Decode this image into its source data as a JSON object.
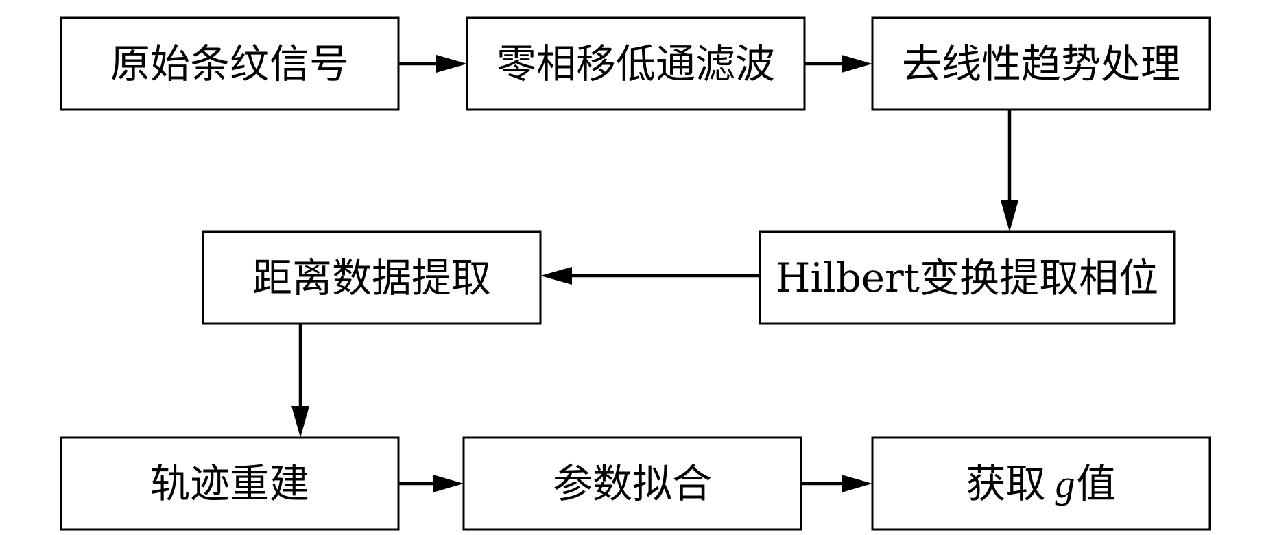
{
  "nodes": {
    "raw_fringe_signal": "原始条纹信号",
    "zero_phase_lowpass": "零相移低通滤波",
    "detrend": "去线性趋势处理",
    "hilbert_phase": "Hilbert变换提取相位",
    "distance_extract": "距离数据提取",
    "trajectory_rebuild": "轨迹重建",
    "param_fit": "参数拟合",
    "get_g_prefix": "获取",
    "get_g_symbol": "g",
    "get_g_suffix": "值"
  },
  "edges": [
    {
      "from": "raw_fringe_signal",
      "to": "zero_phase_lowpass"
    },
    {
      "from": "zero_phase_lowpass",
      "to": "detrend"
    },
    {
      "from": "detrend",
      "to": "hilbert_phase"
    },
    {
      "from": "hilbert_phase",
      "to": "distance_extract"
    },
    {
      "from": "distance_extract",
      "to": "trajectory_rebuild"
    },
    {
      "from": "trajectory_rebuild",
      "to": "param_fit"
    },
    {
      "from": "param_fit",
      "to": "get_g_value"
    }
  ]
}
